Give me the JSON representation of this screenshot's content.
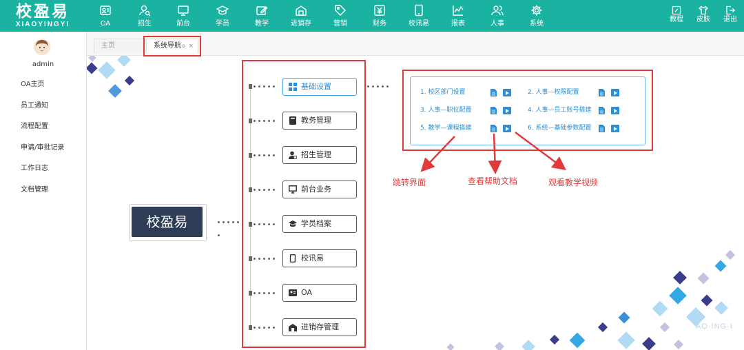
{
  "brand": {
    "logo_cn": "校盈易",
    "logo_en": "XIAOYINGYI",
    "accent": "#1ab2a0",
    "annotation_red": "#e23a3a",
    "link_blue": "#2a8fd8"
  },
  "nav": [
    {
      "label": "OA",
      "icon": "id-card-icon"
    },
    {
      "label": "招生",
      "icon": "user-search-icon"
    },
    {
      "label": "前台",
      "icon": "monitor-icon"
    },
    {
      "label": "学员",
      "icon": "graduation-cap-icon"
    },
    {
      "label": "教学",
      "icon": "edit-board-icon"
    },
    {
      "label": "进销存",
      "icon": "warehouse-icon"
    },
    {
      "label": "营销",
      "icon": "tag-icon"
    },
    {
      "label": "财务",
      "icon": "yen-icon"
    },
    {
      "label": "校讯易",
      "icon": "phone-icon"
    },
    {
      "label": "报表",
      "icon": "line-chart-icon"
    },
    {
      "label": "人事",
      "icon": "users-icon"
    },
    {
      "label": "系统",
      "icon": "gear-icon"
    }
  ],
  "tools": [
    {
      "label": "教程",
      "icon": "edit-icon"
    },
    {
      "label": "皮肤",
      "icon": "shirt-icon"
    },
    {
      "label": "退出",
      "icon": "logout-icon"
    }
  ],
  "user": {
    "name": "admin"
  },
  "sidebar": [
    "OA主页",
    "员工通知",
    "流程配置",
    "申请/审批记录",
    "工作日志",
    "文档管理"
  ],
  "tabs": [
    {
      "label": "主页"
    },
    {
      "label": "系统导航",
      "dot": "o",
      "close": "×"
    }
  ],
  "mindmap": {
    "root": "校盈易",
    "nodes": [
      {
        "label": "基础设置",
        "icon": "grid-icon"
      },
      {
        "label": "教务管理",
        "icon": "book-icon"
      },
      {
        "label": "招生管理",
        "icon": "user-add-icon"
      },
      {
        "label": "前台业务",
        "icon": "monitor-icon"
      },
      {
        "label": "学员档案",
        "icon": "graduation-cap-icon"
      },
      {
        "label": "校讯易",
        "icon": "phone-icon"
      },
      {
        "label": "OA",
        "icon": "id-card-icon"
      },
      {
        "label": "进销存管理",
        "icon": "warehouse-icon"
      }
    ]
  },
  "guide": {
    "items": [
      "1. 校区部门设置",
      "2. 人事—权限配置",
      "3. 人事—职位配置",
      "4. 人事—员工账号搭建",
      "5. 教学—课程搭建",
      "6. 系统—基础参数配置"
    ]
  },
  "annotations": [
    "跳转界面",
    "查看帮助文档",
    "观看教学视频"
  ],
  "watermark": "AO·ING·I"
}
